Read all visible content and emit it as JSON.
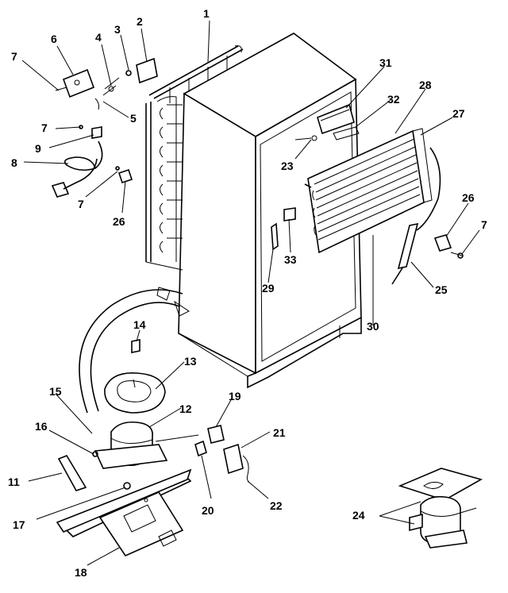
{
  "labels": {
    "l1": "1",
    "l2": "2",
    "l3": "3",
    "l4": "4",
    "l5": "5",
    "l6": "6",
    "l7a": "7",
    "l7b": "7",
    "l7c": "7",
    "l7d": "7",
    "l8": "8",
    "l9": "9",
    "l11": "11",
    "l12": "12",
    "l13": "13",
    "l14": "14",
    "l15": "15",
    "l16": "16",
    "l17": "17",
    "l18": "18",
    "l19": "19",
    "l20": "20",
    "l21": "21",
    "l22": "22",
    "l23": "23",
    "l24": "24",
    "l25": "25",
    "l26a": "26",
    "l26b": "26",
    "l27": "27",
    "l28": "28",
    "l29": "29",
    "l30": "30",
    "l31": "31",
    "l32": "32",
    "l33": "33"
  }
}
